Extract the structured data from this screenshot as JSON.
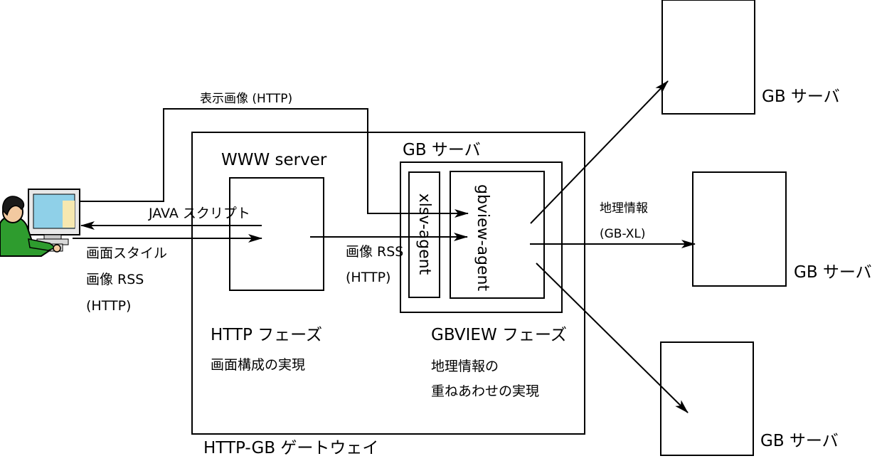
{
  "labels": {
    "display_image": "表示画像 (HTTP)",
    "www_server": "WWW server",
    "java_script": "JAVA スクリプト",
    "screen_style": "画面スタイル",
    "image_rss_left": "画像 RSS",
    "http_left": "(HTTP)",
    "image_rss_mid": "画像 RSS",
    "http_mid": "(HTTP)",
    "gb_server_inner": "GB サーバ",
    "xlsv_agent": "xlsv-agent",
    "gbview_agent": "gbview-agent",
    "geo_info": "地理情報",
    "gb_xl": "(GB-XL)",
    "gb_server_top": "GB サーバ",
    "gb_server_mid": "GB サーバ",
    "gb_server_bottom": "GB サーバ",
    "http_phase": "HTTP フェーズ",
    "http_phase_desc": "画面構成の実現",
    "gbview_phase": "GBVIEW フェーズ",
    "gbview_phase_desc1": "地理情報の",
    "gbview_phase_desc2": "重ねあわせの実現",
    "gateway": "HTTP-GB ゲートウェイ"
  },
  "icons": {
    "user": "user-at-computer-icon"
  },
  "colors": {
    "line": "#000000",
    "skin": "#f2c9a0",
    "shirt": "#2e9c2e",
    "hair": "#1a1a1a",
    "monitor_frame": "#e8e8e8",
    "screen": "#8fd0e8"
  }
}
